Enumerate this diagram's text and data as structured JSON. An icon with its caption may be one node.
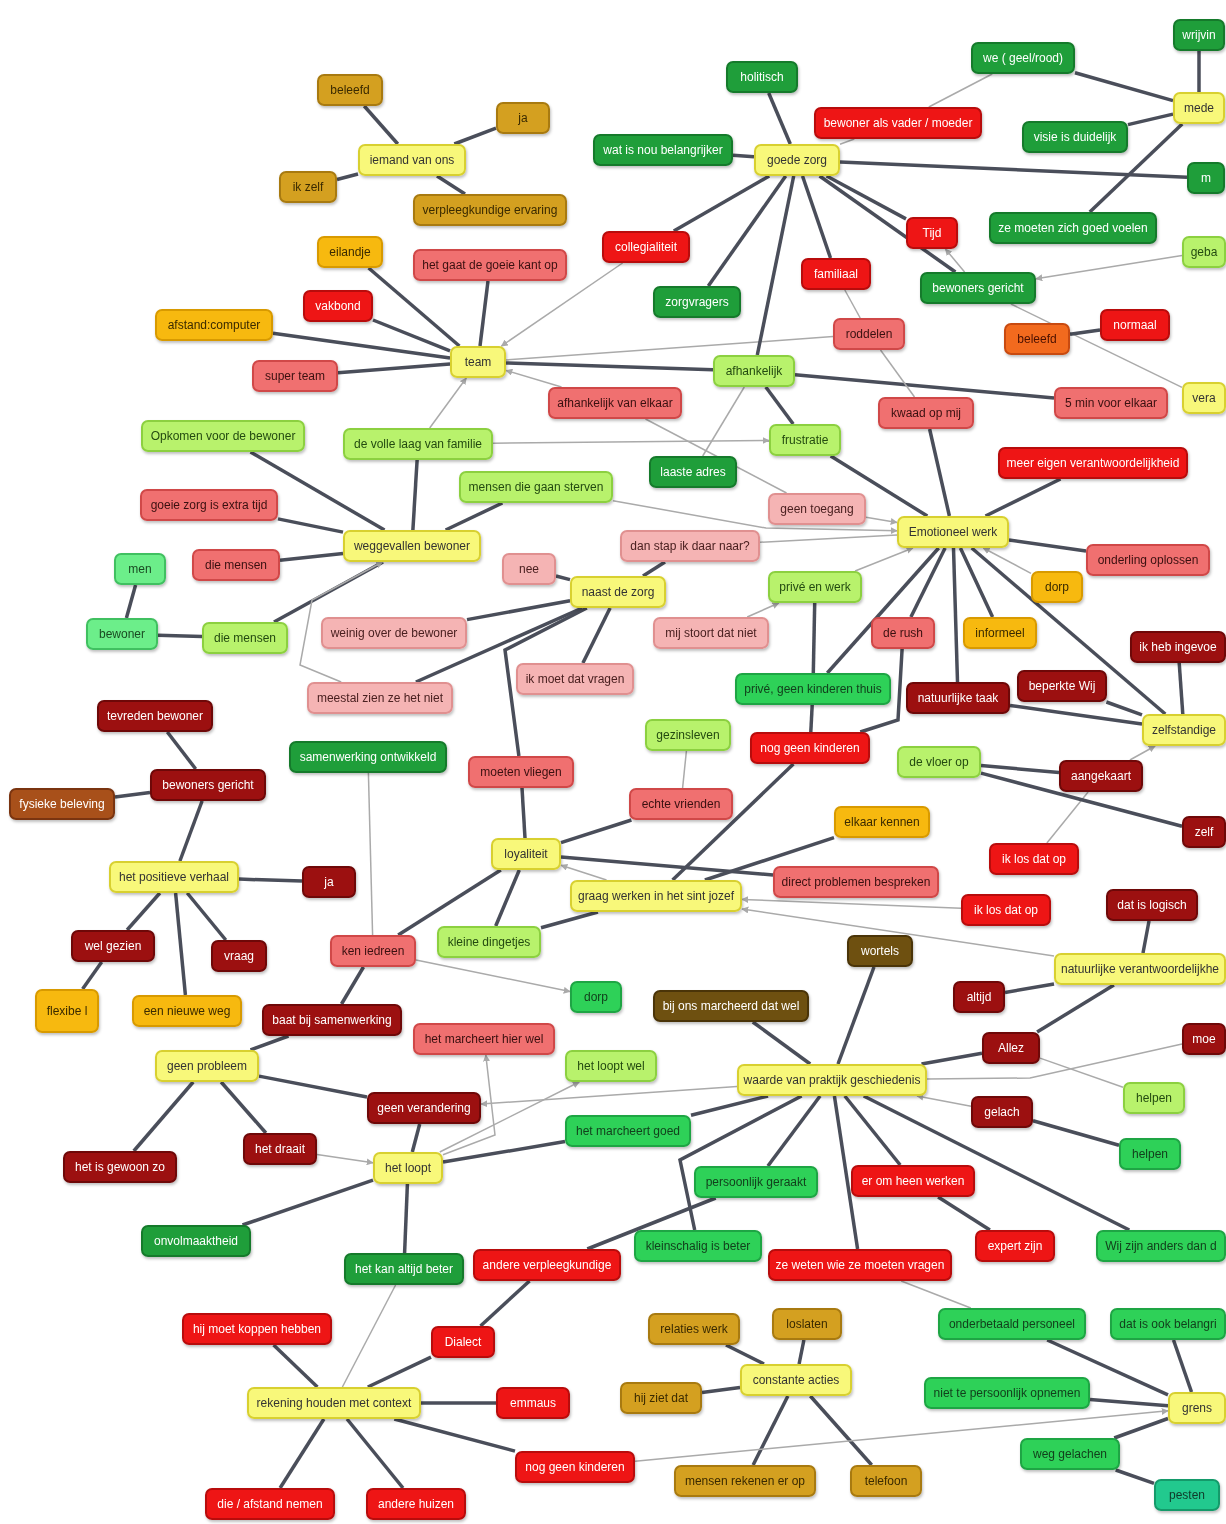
{
  "diagram": {
    "nodes": [
      {
        "text": [
          "beleefd"
        ]
      },
      {
        "text": [
          "ja"
        ]
      },
      {
        "text": [
          "iemand van ons"
        ]
      },
      {
        "text": [
          "ik zelf"
        ]
      },
      {
        "text": [
          "verpleegkundige ervaring"
        ]
      },
      {
        "text": [
          "holitisch"
        ]
      },
      {
        "text": [
          "wat is nou belangrijker"
        ]
      },
      {
        "text": [
          "goede zorg"
        ]
      },
      {
        "text": [
          "bewoner als vader / moeder"
        ]
      },
      {
        "text": [
          "we ( geel/rood)"
        ]
      },
      {
        "text": [
          "wrijvin"
        ]
      },
      {
        "text": [
          "mede"
        ]
      },
      {
        "text": [
          "visie is duidelijk"
        ]
      },
      {
        "text": [
          "m"
        ]
      },
      {
        "text": [
          "eilandje"
        ]
      },
      {
        "text": [
          "het gaat de goeie kant op"
        ]
      },
      {
        "text": [
          "collegialiteit"
        ]
      },
      {
        "text": [
          "Tijd"
        ]
      },
      {
        "text": [
          "ze moeten zich goed voelen"
        ]
      },
      {
        "text": [
          "geba"
        ]
      },
      {
        "text": [
          "vakbond"
        ]
      },
      {
        "text": [
          "familiaal"
        ]
      },
      {
        "text": [
          "zorgvragers"
        ]
      },
      {
        "text": [
          "bewoners gericht"
        ]
      },
      {
        "text": [
          "afstand:computer"
        ]
      },
      {
        "text": [
          "roddelen"
        ]
      },
      {
        "text": [
          "normaal"
        ]
      },
      {
        "text": [
          "beleefd"
        ]
      },
      {
        "text": [
          "super team"
        ]
      },
      {
        "text": [
          "team"
        ]
      },
      {
        "text": [
          "afhankelijk"
        ]
      },
      {
        "text": [
          "afhankelijk van elkaar"
        ]
      },
      {
        "text": [
          "kwaad op mij"
        ]
      },
      {
        "text": [
          "5 min voor elkaar"
        ]
      },
      {
        "text": [
          "vera"
        ]
      },
      {
        "text": [
          "Opkomen voor de bewoner"
        ]
      },
      {
        "text": [
          "de volle laag van familie"
        ]
      },
      {
        "text": [
          "frustratie"
        ]
      },
      {
        "text": [
          "laaste adres"
        ]
      },
      {
        "text": [
          "meer eigen verantwoordelijkheid"
        ]
      },
      {
        "text": [
          "mensen die gaan sterven"
        ]
      },
      {
        "text": [
          "goeie zorg is extra tijd"
        ]
      },
      {
        "text": [
          "geen toegang"
        ]
      },
      {
        "text": [
          "Emotioneel werk"
        ]
      },
      {
        "text": [
          "dan stap ik daar naar?"
        ]
      },
      {
        "text": [
          "weggevallen bewoner"
        ]
      },
      {
        "text": [
          "men"
        ]
      },
      {
        "text": [
          "die mensen"
        ]
      },
      {
        "text": [
          "nee"
        ]
      },
      {
        "text": [
          "naast de zorg"
        ]
      },
      {
        "text": [
          "onderling oplossen"
        ]
      },
      {
        "text": [
          "privé en werk"
        ]
      },
      {
        "text": [
          "dorp"
        ]
      },
      {
        "text": [
          "bewoner"
        ]
      },
      {
        "text": [
          "die mensen"
        ]
      },
      {
        "text": [
          "weinig over de bewoner"
        ]
      },
      {
        "text": [
          "mij stoort dat niet"
        ]
      },
      {
        "text": [
          "de rush"
        ]
      },
      {
        "text": [
          "informeel"
        ]
      },
      {
        "text": [
          "ik heb ingevoe"
        ]
      },
      {
        "text": [
          "beperkte Wij"
        ]
      },
      {
        "text": [
          "ik moet dat vragen"
        ]
      },
      {
        "text": [
          "privé, geen kinderen thuis"
        ]
      },
      {
        "text": [
          "natuurlijke taak"
        ]
      },
      {
        "text": [
          "tevreden bewoner"
        ]
      },
      {
        "text": [
          "meestal zien ze het niet"
        ]
      },
      {
        "text": [
          "zelfstandige"
        ]
      },
      {
        "text": [
          "samenwerking ontwikkeld"
        ]
      },
      {
        "text": [
          "gezinsleven"
        ]
      },
      {
        "text": [
          "nog geen kinderen"
        ]
      },
      {
        "text": [
          "de vloer op"
        ]
      },
      {
        "text": [
          "moeten vliegen"
        ]
      },
      {
        "text": [
          "aangekaart"
        ]
      },
      {
        "text": [
          "fysieke beleving"
        ]
      },
      {
        "text": [
          "bewoners gericht"
        ]
      },
      {
        "text": [
          "echte vrienden"
        ]
      },
      {
        "text": [
          "elkaar kennen"
        ]
      },
      {
        "text": [
          "zelf"
        ]
      },
      {
        "text": [
          "ik los dat op"
        ]
      },
      {
        "text": [
          "loyaliteit"
        ]
      },
      {
        "text": [
          "het positieve verhaal"
        ]
      },
      {
        "text": [
          "ja"
        ]
      },
      {
        "text": [
          "graag werken in het sint jozef"
        ]
      },
      {
        "text": [
          "direct problemen bespreken"
        ]
      },
      {
        "text": [
          "ik los dat op"
        ]
      },
      {
        "text": [
          "dat is logisch"
        ]
      },
      {
        "text": [
          "wel gezien"
        ]
      },
      {
        "text": [
          "vraag"
        ]
      },
      {
        "text": [
          "ken iedreen"
        ]
      },
      {
        "text": [
          "kleine dingetjes"
        ]
      },
      {
        "text": [
          "wortels"
        ]
      },
      {
        "text": [
          "natuurlijke verantwoordelijkhe"
        ]
      },
      {
        "text": [
          "flexibe l"
        ]
      },
      {
        "text": [
          "een nieuwe weg"
        ]
      },
      {
        "text": [
          "dorp"
        ]
      },
      {
        "text": [
          "bij ons marcheerd dat wel"
        ]
      },
      {
        "text": [
          "altijd"
        ]
      },
      {
        "text": [
          "baat bij samenwerking"
        ]
      },
      {
        "text": [
          "het marcheert hier wel"
        ]
      },
      {
        "text": [
          "moe"
        ]
      },
      {
        "text": [
          "geen probleem"
        ]
      },
      {
        "text": [
          "het loopt wel"
        ]
      },
      {
        "text": [
          "Allez"
        ]
      },
      {
        "text": [
          "waarde van praktijk geschiedenis"
        ]
      },
      {
        "text": [
          "helpen"
        ]
      },
      {
        "text": [
          "geen verandering"
        ]
      },
      {
        "text": [
          "gelach"
        ]
      },
      {
        "text": [
          "het marcheert goed"
        ]
      },
      {
        "text": [
          "het draait"
        ]
      },
      {
        "text": [
          "het is gewoon zo"
        ]
      },
      {
        "text": [
          "het loopt"
        ]
      },
      {
        "text": [
          "helpen"
        ]
      },
      {
        "text": [
          "persoonlijk geraakt"
        ]
      },
      {
        "text": [
          "er om heen werken"
        ]
      },
      {
        "text": [
          "onvolmaaktheid"
        ]
      },
      {
        "text": [
          "expert zijn"
        ]
      },
      {
        "text": [
          "het kan altijd beter"
        ]
      },
      {
        "text": [
          "andere verpleegkundige"
        ]
      },
      {
        "text": [
          "kleinschalig is beter"
        ]
      },
      {
        "text": [
          "ze weten wie ze moeten vragen"
        ]
      },
      {
        "text": [
          "Wij zijn anders dan d"
        ]
      },
      {
        "text": [
          "hij moet koppen hebben"
        ]
      },
      {
        "text": [
          "relaties werk"
        ]
      },
      {
        "text": [
          "loslaten"
        ]
      },
      {
        "text": [
          "onderbetaald personeel"
        ]
      },
      {
        "text": [
          "dat is ook belangri"
        ]
      },
      {
        "text": [
          "Dialect"
        ]
      },
      {
        "text": [
          "rekening houden met context"
        ]
      },
      {
        "text": [
          "emmaus"
        ]
      },
      {
        "text": [
          "hij ziet dat"
        ]
      },
      {
        "text": [
          "constante acties"
        ]
      },
      {
        "text": [
          "niet te persoonlijk opnemen"
        ]
      },
      {
        "text": [
          "grens"
        ]
      },
      {
        "text": [
          "weg gelachen"
        ]
      },
      {
        "text": [
          "nog geen kinderen"
        ]
      },
      {
        "text": [
          "mensen rekenen er op"
        ]
      },
      {
        "text": [
          "telefoon"
        ]
      },
      {
        "text": [
          "pesten"
        ]
      },
      {
        "text": [
          "die / afstand nemen"
        ]
      },
      {
        "text": [
          "andere huizen"
        ]
      }
    ],
    "edges": [
      {
        "from": 2,
        "to": 0,
        "arrow": "none"
      },
      {
        "from": 2,
        "to": 1,
        "arrow": "none"
      },
      {
        "from": 2,
        "to": 3,
        "arrow": "none"
      },
      {
        "from": 2,
        "to": 4,
        "arrow": "none"
      },
      {
        "from": 14,
        "to": 29,
        "arrow": "none"
      },
      {
        "from": 20,
        "to": 29,
        "arrow": "none"
      },
      {
        "from": 24,
        "to": 29,
        "arrow": "none"
      },
      {
        "from": 28,
        "to": 29,
        "arrow": "none"
      },
      {
        "from": 15,
        "to": 29,
        "arrow": "none"
      },
      {
        "from": 29,
        "to": 30,
        "arrow": "none"
      },
      {
        "from": 29,
        "to": 25,
        "arrow": "none",
        "color": "#aaaaaa"
      },
      {
        "from": 30,
        "to": 33,
        "arrow": "none"
      },
      {
        "from": 31,
        "to": 29,
        "arrow": "to",
        "color": "#aaaaaa"
      },
      {
        "from": 16,
        "to": 29,
        "arrow": "to",
        "color": "#aaaaaa"
      },
      {
        "from": 36,
        "to": 29,
        "arrow": "to",
        "color": "#aaaaaa"
      },
      {
        "from": 5,
        "to": 7,
        "arrow": "none"
      },
      {
        "from": 6,
        "to": 7,
        "arrow": "none"
      },
      {
        "from": 7,
        "to": 8,
        "arrow": "none",
        "color": "#aaaaaa"
      },
      {
        "from": 7,
        "to": 16,
        "arrow": "none"
      },
      {
        "from": 7,
        "to": 22,
        "arrow": "none"
      },
      {
        "from": 7,
        "to": 21,
        "arrow": "none"
      },
      {
        "from": 7,
        "to": 17,
        "arrow": "none"
      },
      {
        "from": 7,
        "to": 23,
        "arrow": "none"
      },
      {
        "from": 7,
        "to": 13,
        "arrow": "none"
      },
      {
        "from": 7,
        "to": 30,
        "arrow": "none"
      },
      {
        "from": 8,
        "to": 9,
        "arrow": "none",
        "color": "#aaaaaa"
      },
      {
        "from": 9,
        "to": 11,
        "arrow": "none"
      },
      {
        "from": 12,
        "to": 11,
        "arrow": "none"
      },
      {
        "from": 11,
        "to": 18,
        "arrow": "none"
      },
      {
        "from": 21,
        "to": 25,
        "arrow": "none",
        "color": "#aaaaaa"
      },
      {
        "from": 25,
        "to": 32,
        "arrow": "none",
        "color": "#aaaaaa"
      },
      {
        "from": 23,
        "to": 17,
        "arrow": "to",
        "color": "#aaaaaa"
      },
      {
        "from": 19,
        "to": 23,
        "arrow": "to",
        "color": "#aaaaaa"
      },
      {
        "from": 23,
        "to": 34,
        "arrow": "none",
        "color": "#aaaaaa"
      },
      {
        "from": 27,
        "to": 26,
        "arrow": "none"
      },
      {
        "from": 30,
        "to": 37,
        "arrow": "none"
      },
      {
        "from": 30,
        "to": 38,
        "arrow": "none",
        "color": "#aaaaaa"
      },
      {
        "from": 36,
        "to": 37,
        "arrow": "to",
        "color": "#aaaaaa"
      },
      {
        "from": 37,
        "to": 43,
        "arrow": "none"
      },
      {
        "from": 32,
        "to": 43,
        "arrow": "none"
      },
      {
        "from": 39,
        "to": 43,
        "arrow": "none"
      },
      {
        "from": 42,
        "to": 43,
        "arrow": "to",
        "color": "#aaaaaa"
      },
      {
        "from": 40,
        "to": 43,
        "arrow": "to",
        "color": "#aaaaaa"
      },
      {
        "from": 44,
        "to": 43,
        "arrow": "none",
        "color": "#aaaaaa"
      },
      {
        "from": 43,
        "to": 50,
        "arrow": "none"
      },
      {
        "from": 52,
        "to": 43,
        "arrow": "to",
        "color": "#aaaaaa"
      },
      {
        "from": 43,
        "to": 57,
        "arrow": "none"
      },
      {
        "from": 43,
        "to": 58,
        "arrow": "none"
      },
      {
        "from": 43,
        "to": 62,
        "arrow": "none"
      },
      {
        "from": 51,
        "to": 43,
        "arrow": "to",
        "color": "#aaaaaa"
      },
      {
        "from": 43,
        "to": 66,
        "arrow": "none"
      },
      {
        "from": 43,
        "to": 63,
        "arrow": "none"
      },
      {
        "from": 31,
        "to": 42,
        "arrow": "none",
        "color": "#aaaaaa"
      },
      {
        "from": 35,
        "to": 45,
        "arrow": "none"
      },
      {
        "from": 36,
        "to": 45,
        "arrow": "none"
      },
      {
        "from": 41,
        "to": 45,
        "arrow": "none"
      },
      {
        "from": 47,
        "to": 45,
        "arrow": "none"
      },
      {
        "from": 54,
        "to": 45,
        "arrow": "none"
      },
      {
        "from": 40,
        "to": 45,
        "arrow": "none"
      },
      {
        "from": 65,
        "to": 45,
        "arrow": "to",
        "color": "#aaaaaa"
      },
      {
        "from": 46,
        "to": 53,
        "arrow": "none"
      },
      {
        "from": 53,
        "to": 54,
        "arrow": "none"
      },
      {
        "from": 48,
        "to": 49,
        "arrow": "none"
      },
      {
        "from": 55,
        "to": 49,
        "arrow": "none"
      },
      {
        "from": 61,
        "to": 49,
        "arrow": "none"
      },
      {
        "from": 65,
        "to": 49,
        "arrow": "none"
      },
      {
        "from": 49,
        "to": 44,
        "arrow": "none"
      },
      {
        "from": 49,
        "to": 71,
        "arrow": "none"
      },
      {
        "from": 56,
        "to": 51,
        "arrow": "to",
        "color": "#aaaaaa"
      },
      {
        "from": 51,
        "to": 62,
        "arrow": "none"
      },
      {
        "from": 62,
        "to": 69,
        "arrow": "none"
      },
      {
        "from": 68,
        "to": 75,
        "arrow": "none",
        "color": "#aaaaaa"
      },
      {
        "from": 69,
        "to": 82,
        "arrow": "none"
      },
      {
        "from": 75,
        "to": 79,
        "arrow": "none"
      },
      {
        "from": 71,
        "to": 79,
        "arrow": "none"
      },
      {
        "from": 79,
        "to": 88,
        "arrow": "none"
      },
      {
        "from": 79,
        "to": 89,
        "arrow": "none"
      },
      {
        "from": 79,
        "to": 83,
        "arrow": "none"
      },
      {
        "from": 82,
        "to": 79,
        "arrow": "to",
        "color": "#aaaaaa"
      },
      {
        "from": 76,
        "to": 82,
        "arrow": "none"
      },
      {
        "from": 82,
        "to": 89,
        "arrow": "none"
      },
      {
        "from": 84,
        "to": 82,
        "arrow": "to",
        "color": "#aaaaaa"
      },
      {
        "from": 91,
        "to": 82,
        "arrow": "to",
        "color": "#aaaaaa"
      },
      {
        "from": 74,
        "to": 80,
        "arrow": "none"
      },
      {
        "from": 80,
        "to": 81,
        "arrow": "none"
      },
      {
        "from": 80,
        "to": 86,
        "arrow": "none"
      },
      {
        "from": 80,
        "to": 87,
        "arrow": "none"
      },
      {
        "from": 80,
        "to": 93,
        "arrow": "none"
      },
      {
        "from": 86,
        "to": 92,
        "arrow": "none"
      },
      {
        "from": 64,
        "to": 74,
        "arrow": "none"
      },
      {
        "from": 73,
        "to": 74,
        "arrow": "none"
      },
      {
        "from": 67,
        "to": 88,
        "arrow": "none",
        "color": "#aaaaaa"
      },
      {
        "from": 88,
        "to": 94,
        "arrow": "to",
        "color": "#aaaaaa"
      },
      {
        "from": 88,
        "to": 97,
        "arrow": "none"
      },
      {
        "from": 97,
        "to": 100,
        "arrow": "none"
      },
      {
        "from": 100,
        "to": 105,
        "arrow": "none"
      },
      {
        "from": 100,
        "to": 108,
        "arrow": "none"
      },
      {
        "from": 100,
        "to": 109,
        "arrow": "none"
      },
      {
        "from": 108,
        "to": 110,
        "arrow": "to",
        "color": "#aaaaaa"
      },
      {
        "from": 105,
        "to": 110,
        "arrow": "none"
      },
      {
        "from": 110,
        "to": 114,
        "arrow": "none"
      },
      {
        "from": 110,
        "to": 116,
        "arrow": "none"
      },
      {
        "from": 110,
        "to": 107,
        "arrow": "none"
      },
      {
        "from": 110,
        "to": 98,
        "arrow": "to",
        "color": "#aaaaaa"
      },
      {
        "from": 110,
        "to": 101,
        "arrow": "to",
        "color": "#aaaaaa"
      },
      {
        "from": 103,
        "to": 105,
        "arrow": "to",
        "color": "#aaaaaa"
      },
      {
        "from": 95,
        "to": 103,
        "arrow": "none"
      },
      {
        "from": 103,
        "to": 107,
        "arrow": "none"
      },
      {
        "from": 103,
        "to": 112,
        "arrow": "none"
      },
      {
        "from": 103,
        "to": 118,
        "arrow": "none"
      },
      {
        "from": 103,
        "to": 113,
        "arrow": "none"
      },
      {
        "from": 103,
        "to": 119,
        "arrow": "none"
      },
      {
        "from": 106,
        "to": 103,
        "arrow": "to",
        "color": "#aaaaaa"
      },
      {
        "from": 103,
        "to": 120,
        "arrow": "none"
      },
      {
        "from": 90,
        "to": 103,
        "arrow": "none"
      },
      {
        "from": 103,
        "to": 102,
        "arrow": "none"
      },
      {
        "from": 121,
        "to": 127,
        "arrow": "none"
      },
      {
        "from": 127,
        "to": 126,
        "arrow": "none"
      },
      {
        "from": 127,
        "to": 128,
        "arrow": "none"
      },
      {
        "from": 127,
        "to": 134,
        "arrow": "none"
      },
      {
        "from": 127,
        "to": 138,
        "arrow": "none"
      },
      {
        "from": 127,
        "to": 139,
        "arrow": "none"
      },
      {
        "from": 127,
        "to": 116,
        "arrow": "none",
        "color": "#aaaaaa"
      },
      {
        "from": 126,
        "to": 117,
        "arrow": "none"
      },
      {
        "from": 117,
        "to": 112,
        "arrow": "none"
      },
      {
        "from": 122,
        "to": 130,
        "arrow": "none"
      },
      {
        "from": 123,
        "to": 130,
        "arrow": "none"
      },
      {
        "from": 129,
        "to": 130,
        "arrow": "none"
      },
      {
        "from": 130,
        "to": 135,
        "arrow": "none"
      },
      {
        "from": 130,
        "to": 136,
        "arrow": "none"
      },
      {
        "from": 124,
        "to": 132,
        "arrow": "none"
      },
      {
        "from": 131,
        "to": 132,
        "arrow": "none"
      },
      {
        "from": 133,
        "to": 132,
        "arrow": "none"
      },
      {
        "from": 125,
        "to": 132,
        "arrow": "none"
      },
      {
        "from": 134,
        "to": 132,
        "arrow": "to",
        "color": "#aaaaaa"
      },
      {
        "from": 133,
        "to": 137,
        "arrow": "none"
      },
      {
        "from": 113,
        "to": 115,
        "arrow": "none"
      },
      {
        "from": 119,
        "to": 124,
        "arrow": "none",
        "color": "#aaaaaa"
      },
      {
        "from": 106,
        "to": 111,
        "arrow": "none"
      },
      {
        "from": 104,
        "to": 102,
        "arrow": "none",
        "color": "#aaaaaa"
      },
      {
        "from": 70,
        "to": 72,
        "arrow": "none"
      },
      {
        "from": 72,
        "to": 66,
        "arrow": "to",
        "color": "#aaaaaa"
      },
      {
        "from": 78,
        "to": 72,
        "arrow": "none",
        "color": "#aaaaaa"
      },
      {
        "from": 85,
        "to": 91,
        "arrow": "none"
      },
      {
        "from": 96,
        "to": 91,
        "arrow": "none"
      },
      {
        "from": 102,
        "to": 91,
        "arrow": "none"
      },
      {
        "from": 60,
        "to": 66,
        "arrow": "none"
      },
      {
        "from": 63,
        "to": 66,
        "arrow": "none"
      },
      {
        "from": 59,
        "to": 66,
        "arrow": "none"
      },
      {
        "from": 57,
        "to": 69,
        "arrow": "none"
      },
      {
        "from": 10,
        "to": 11,
        "arrow": "none"
      },
      {
        "from": 99,
        "to": 103,
        "arrow": "none",
        "color": "#aaaaaa"
      },
      {
        "from": 77,
        "to": 70,
        "arrow": "none"
      }
    ]
  }
}
